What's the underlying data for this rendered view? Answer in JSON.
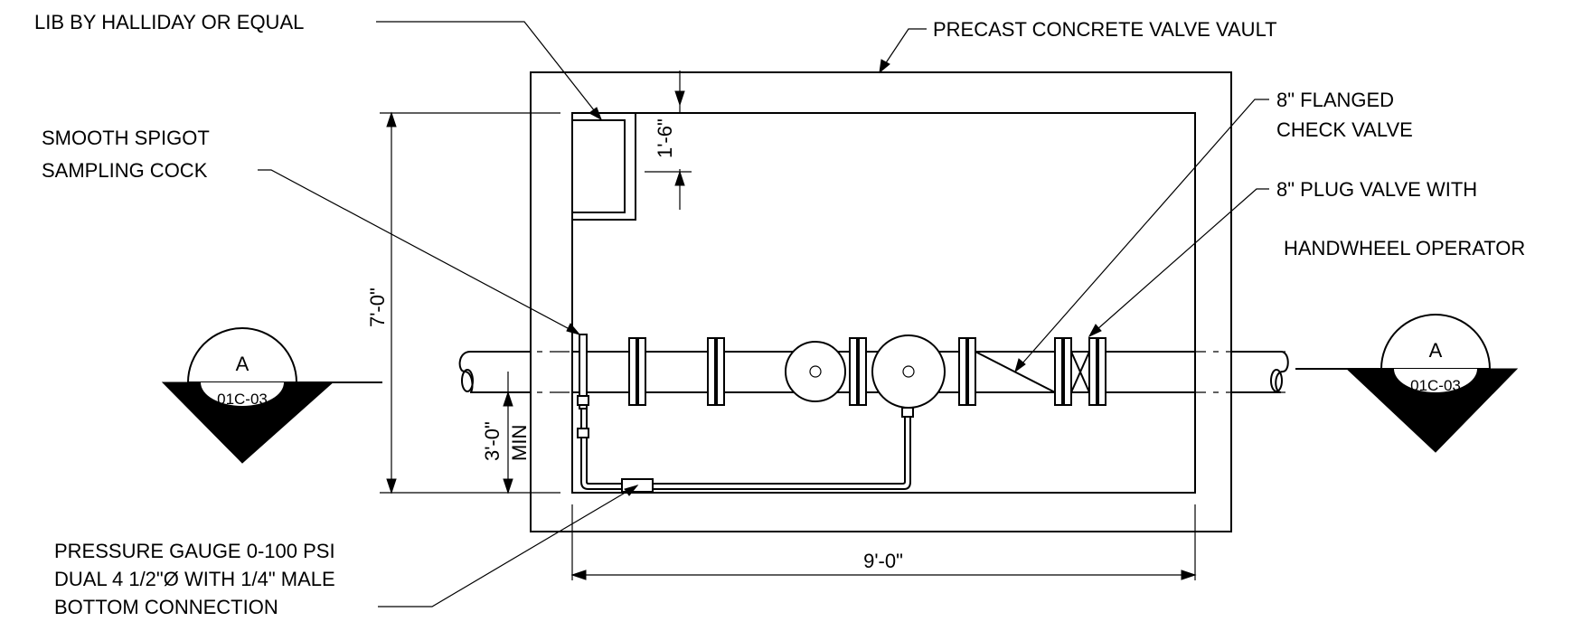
{
  "labels": {
    "backflow_lib": "LIB BY HALLIDAY OR EQUAL",
    "vault": "PRECAST CONCRETE VALVE VAULT",
    "sampling_line1": "SMOOTH SPIGOT",
    "sampling_line2": "SAMPLING COCK",
    "check_valve_line1": "8\" FLANGED",
    "check_valve_line2": "CHECK VALVE",
    "plug_valve_line1": "8\" PLUG VALVE WITH",
    "plug_valve_line2": "HANDWHEEL OPERATOR",
    "gauge_line1": "PRESSURE GAUGE 0-100 PSI",
    "gauge_line2": "DUAL 4 1/2\"Ø  WITH 1/4\" MALE",
    "gauge_line3": "BOTTOM CONNECTION"
  },
  "dimensions": {
    "hatch_offset": "1'-6\"",
    "vault_height": "7'-0\"",
    "pipe_min_height": "3'-0\"",
    "pipe_min_suffix": "MIN",
    "vault_width": "9'-0\""
  },
  "section_markers": [
    {
      "letter": "A",
      "sheet": "01C-03"
    },
    {
      "letter": "A",
      "sheet": "01C-03"
    }
  ],
  "colors": {
    "ink": "#000000",
    "paper": "#ffffff"
  }
}
